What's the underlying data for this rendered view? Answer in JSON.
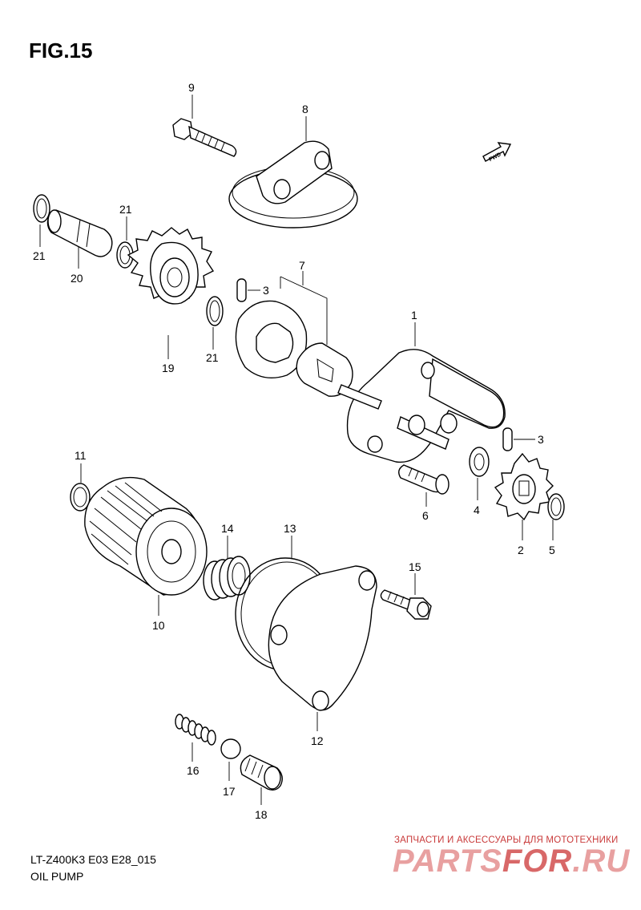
{
  "figure": {
    "title": "FIG.15",
    "model_code": "LT-Z400K3 E03 E28_015",
    "name": "OIL PUMP"
  },
  "fwd_label": "FWD",
  "watermark": {
    "tagline": "ЗАПЧАСТИ И АКСЕССУАРЫ ДЛЯ МОТОТЕХНИКИ",
    "logo_main": "PARTS",
    "logo_accent": "FOR",
    "logo_tail": ".RU"
  },
  "part_numbers": {
    "p1": "1",
    "p2": "2",
    "p3a": "3",
    "p3b": "3",
    "p4": "4",
    "p5": "5",
    "p6": "6",
    "p7": "7",
    "p8": "8",
    "p9": "9",
    "p10": "10",
    "p11": "11",
    "p12": "12",
    "p13": "13",
    "p14": "14",
    "p15": "15",
    "p16": "16",
    "p17": "17",
    "p18": "18",
    "p19": "19",
    "p20": "20",
    "p21a": "21",
    "p21b": "21",
    "p21c": "21"
  }
}
